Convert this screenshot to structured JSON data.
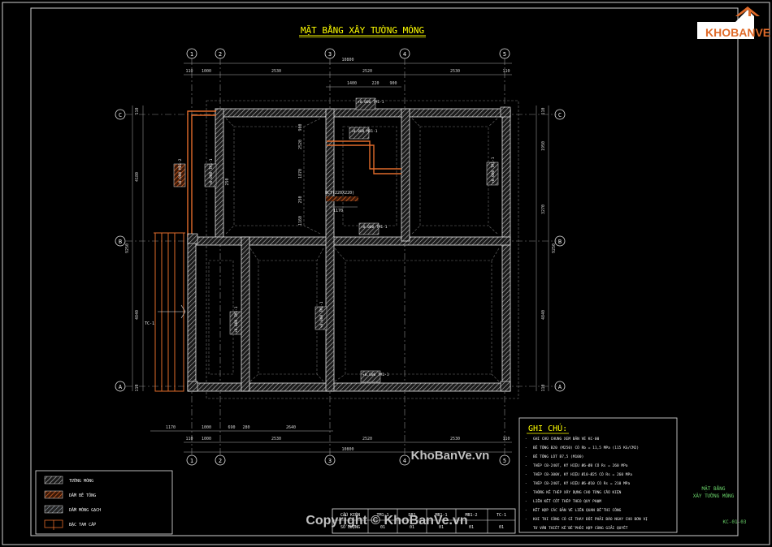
{
  "title": "MẶT BẰNG XÂY TƯỜNG MÓNG",
  "logo": {
    "text": "KHOBANVE"
  },
  "watermarks": [
    "KhoBanVe.vn",
    "Copyright © KhoBanVe.vn"
  ],
  "grid_axes": {
    "top": [
      "1",
      "2",
      "3",
      "4",
      "5"
    ],
    "bottom": [
      "1",
      "2",
      "3",
      "4",
      "5"
    ],
    "left": [
      "C",
      "B",
      "A"
    ],
    "right": [
      "C",
      "B",
      "A"
    ]
  },
  "dims": {
    "top_total": "10800",
    "top_row": [
      "110",
      "1000",
      "2530",
      "2520",
      "2530",
      "110"
    ],
    "top_inner": [
      "1400",
      "220",
      "900"
    ],
    "bottom_row1": [
      "1170",
      "1000",
      "690",
      "280",
      "2640"
    ],
    "bottom_total": "10800",
    "bottom_row2": [
      "110",
      "1000",
      "2530",
      "2520",
      "2530",
      "110"
    ],
    "left_side": [
      "110",
      "4180",
      "4840",
      "110",
      "9250"
    ],
    "right_side": [
      "110",
      "1950",
      "3270",
      "4840",
      "110",
      "9250"
    ],
    "inner": [
      "900",
      "2520",
      "1870",
      "1160",
      "250",
      "250"
    ]
  },
  "beam_tags": [
    "+0.000 TM1-1",
    "+0.000 MB1-1",
    "+0.000 MB1-2",
    "+0.000 TM1-1",
    "+0.000 TM1-1",
    "+0.000 TM1-1",
    "+0.000 TM1-1",
    "+0.000 TM1-1",
    "+0.000 TM1-1"
  ],
  "labels": {
    "bct": "BCT(220X220)",
    "dim1170": "1170",
    "tc": "TC-1"
  },
  "notes": {
    "heading": "GHI CHÚ:",
    "items": [
      "GHI CHÚ CHUNG XEM BẢN VẼ KC-00",
      "BÊ TÔNG B20 (M250) CÓ Rb = 11,5 MPa (115 KG/CM2)",
      "BÊ TÔNG LÓT B7,5 (M100)",
      "THÉP CB-240T, KÝ HIỆU Ø6-Ø8 CÓ Rs = 260 MPa",
      "THÉP CB-300V, KÝ HIỆU Ø10-Ø25 CÓ Rs = 260 MPa",
      "THÉP CB-240T, KÝ HIỆU Ø6-Ø10 CÓ Rs = 210 MPa",
      "THỐNG KÊ THÉP XÂY DỰNG CHO TỪNG CẤU KIỆN",
      "LIÊN KẾT CỐT THÉP THEO QUY PHẠM",
      "KẾT HỢP CÁC BẢN VẼ LIÊN QUAN ĐỂ THI CÔNG",
      "KHI THI CÔNG CÓ GÌ THAY ĐỔI PHẢI BÁO NGAY CHO ĐƠN VỊ",
      "TƯ VẤN THIẾT KẾ ĐỂ PHỐI HỢP CÙNG GIẢI QUYẾT"
    ]
  },
  "legend": [
    {
      "label": "TƯỜNG MÓNG",
      "color": "#9a9a9a"
    },
    {
      "label": "DẦM BÊ TÔNG",
      "color": "#e06b2a"
    },
    {
      "label": "DẦM MÓNG GẠCH",
      "color": "#9aa6b4"
    },
    {
      "label": "BẬC TAM CẤP",
      "color": "#e06b2a"
    }
  ],
  "schedule": {
    "headers": [
      "CẤU KIỆN",
      "TM1-1",
      "DB1",
      "MB1-1",
      "MB1-2",
      "TC-1"
    ],
    "row": [
      "SỐ LƯỢNG",
      "01",
      "01",
      "01",
      "01",
      "01"
    ]
  },
  "titleblock": {
    "name1": "MẶT BẰNG",
    "name2": "XÂY TƯỜNG MÓNG",
    "code": "KC-01-03"
  },
  "colors": {
    "bg": "#000000",
    "text": "#f2f2f2",
    "dim": "#c8c8c8",
    "yellow": "#ffff00",
    "orange": "#e06b2a",
    "green": "#6bd66b"
  }
}
